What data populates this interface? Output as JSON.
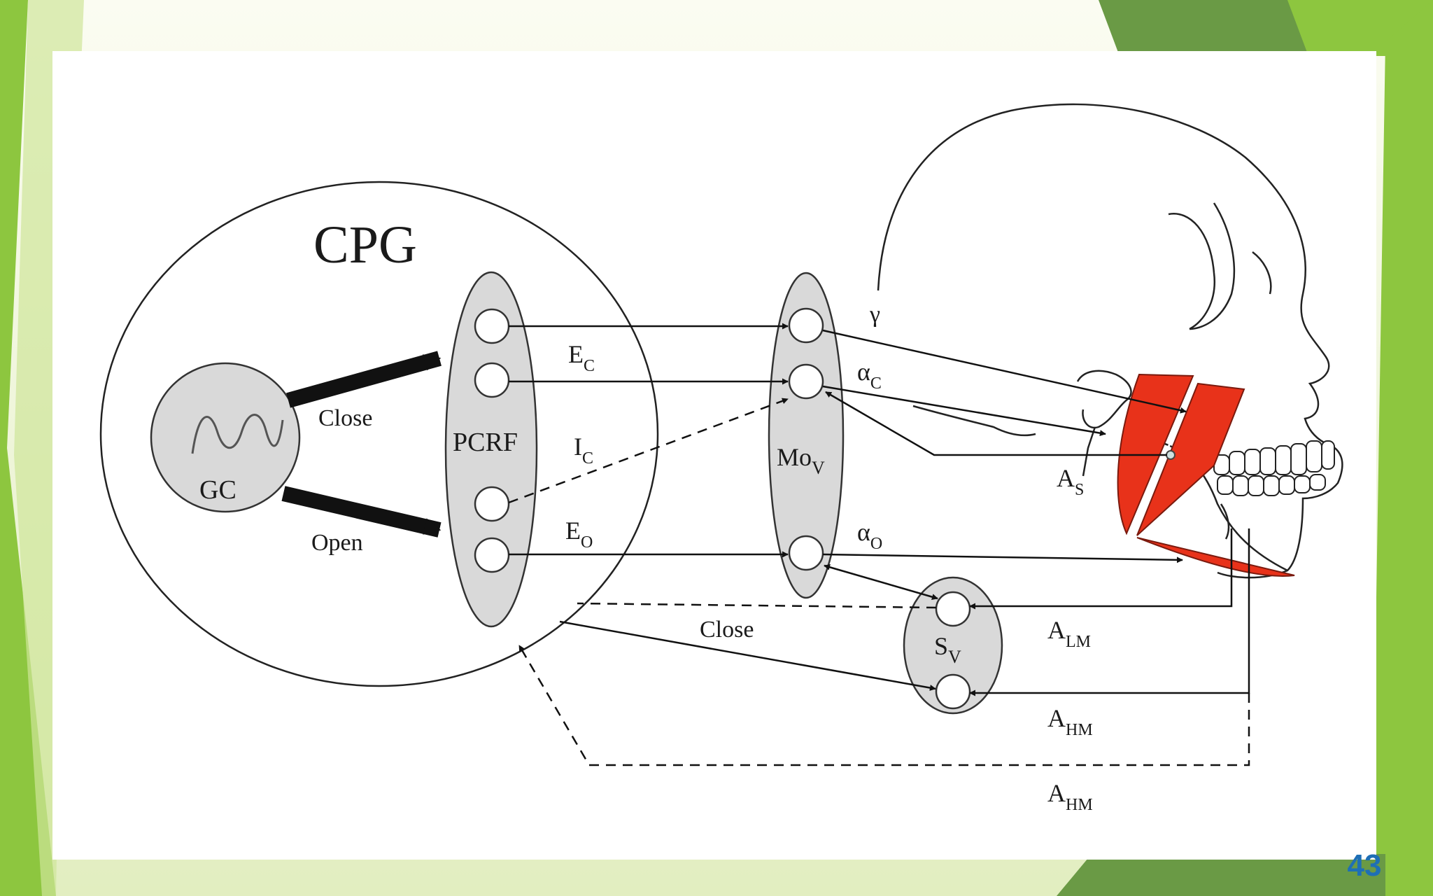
{
  "slide": {
    "number": "43",
    "colors": {
      "accent_green": "#8dc63f",
      "dark_green": "#6a9a45",
      "background": "#f4f8e4"
    }
  },
  "diagram": {
    "cpg_label": "CPG",
    "gc_label": "GC",
    "pcrf_label": "PCRF",
    "mov_label": "Mo",
    "mov_sub": "V",
    "sv_label": "S",
    "sv_sub": "V",
    "close_label": "Close",
    "open_label": "Open",
    "close_bottom_label": "Close",
    "ec_label": "E",
    "ec_sub": "C",
    "ic_label": "I",
    "ic_sub": "C",
    "eo_label": "E",
    "eo_sub": "O",
    "gamma_label": "γ",
    "alpha_c_label": "α",
    "alpha_c_sub": "C",
    "alpha_o_label": "α",
    "alpha_o_sub": "O",
    "as_label": "A",
    "as_sub": "S",
    "alm_label": "A",
    "alm_sub": "LM",
    "ahm_label": "A",
    "ahm_sub": "HM",
    "ahm2_label": "A",
    "ahm2_sub": "HM",
    "colors": {
      "muscle": "#e8321a",
      "node_fill": "#d9d9d9",
      "line": "#111111"
    }
  }
}
